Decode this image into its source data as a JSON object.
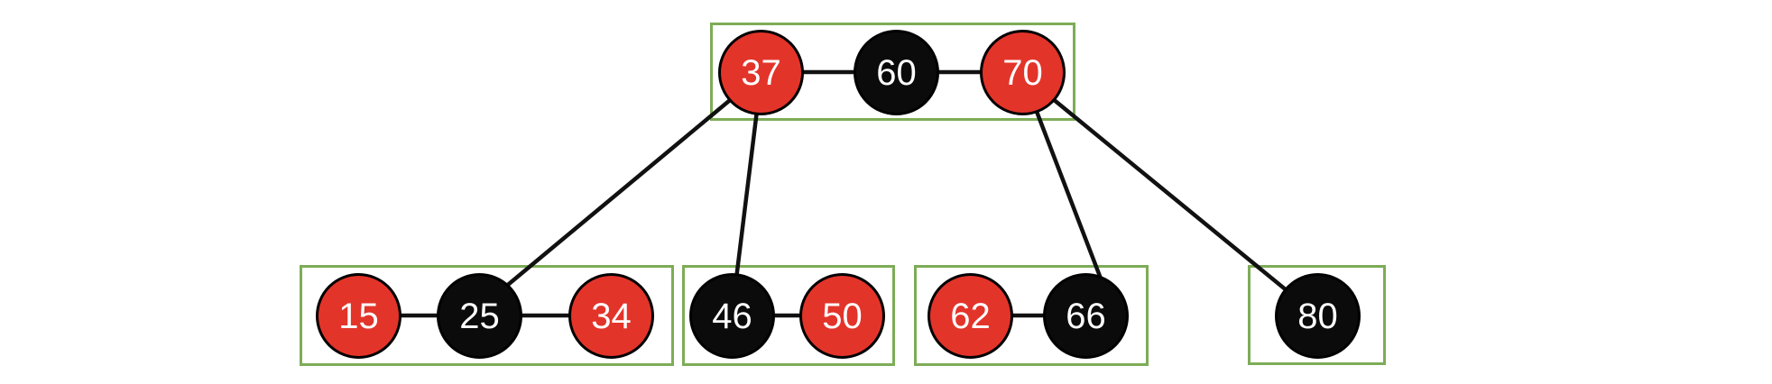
{
  "diagram": {
    "type": "red-black-tree-as-234-tree",
    "description_visible_text_only": true
  },
  "colors": {
    "red": "#e3342a",
    "black": "#0b0b0b",
    "group_border": "#7dac57",
    "edge": "#111111",
    "node_text": "#ffffff",
    "background": "#ffffff"
  },
  "nodes": {
    "n37": {
      "label": "37",
      "color": "red"
    },
    "n60": {
      "label": "60",
      "color": "black"
    },
    "n70": {
      "label": "70",
      "color": "red"
    },
    "n15": {
      "label": "15",
      "color": "red"
    },
    "n25": {
      "label": "25",
      "color": "black"
    },
    "n34": {
      "label": "34",
      "color": "red"
    },
    "n46": {
      "label": "46",
      "color": "black"
    },
    "n50": {
      "label": "50",
      "color": "red"
    },
    "n62": {
      "label": "62",
      "color": "red"
    },
    "n66": {
      "label": "66",
      "color": "black"
    },
    "n80": {
      "label": "80",
      "color": "black"
    }
  },
  "groups": [
    {
      "id": "root-group",
      "members": [
        "37",
        "60",
        "70"
      ]
    },
    {
      "id": "leaf-group-1",
      "members": [
        "15",
        "25",
        "34"
      ]
    },
    {
      "id": "leaf-group-2",
      "members": [
        "46",
        "50"
      ]
    },
    {
      "id": "leaf-group-3",
      "members": [
        "62",
        "66"
      ]
    },
    {
      "id": "leaf-group-4",
      "members": [
        "80"
      ]
    }
  ],
  "edges": [
    {
      "from": "37",
      "to": "60",
      "kind": "sibling"
    },
    {
      "from": "60",
      "to": "70",
      "kind": "sibling"
    },
    {
      "from": "15",
      "to": "25",
      "kind": "sibling"
    },
    {
      "from": "25",
      "to": "34",
      "kind": "sibling"
    },
    {
      "from": "46",
      "to": "50",
      "kind": "sibling"
    },
    {
      "from": "62",
      "to": "66",
      "kind": "sibling"
    },
    {
      "from": "37",
      "to": "25",
      "kind": "parent-child"
    },
    {
      "from": "37",
      "to": "46",
      "kind": "parent-child"
    },
    {
      "from": "70",
      "to": "66",
      "kind": "parent-child"
    },
    {
      "from": "70",
      "to": "80",
      "kind": "parent-child"
    }
  ]
}
